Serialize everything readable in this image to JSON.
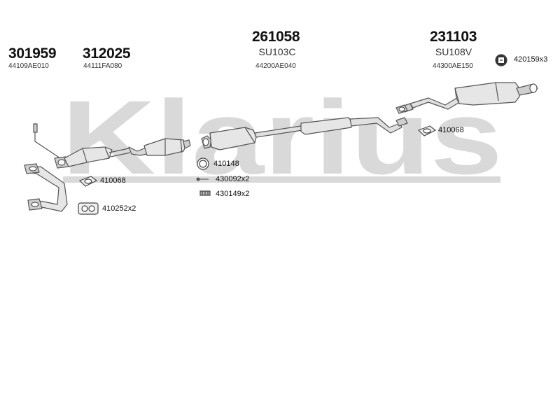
{
  "watermark": "Klarius",
  "parts": [
    {
      "number": "301959",
      "oem": "44109AE010"
    },
    {
      "number": "312025",
      "oem": "44111FA080"
    },
    {
      "number": "261058",
      "code": "SU103C",
      "oem": "44200AE040"
    },
    {
      "number": "231103",
      "code": "SU108V",
      "oem": "44300AE150"
    }
  ],
  "fittings": [
    {
      "label": "420159x3",
      "icon": "clamp-icon"
    },
    {
      "label": "410068",
      "icon": "gasket-icon"
    },
    {
      "label": "410148",
      "icon": "ring-gasket-icon"
    },
    {
      "label": "430092x2",
      "icon": "bolt-icon"
    },
    {
      "label": "430149x2",
      "icon": "spring-bolt-icon"
    },
    {
      "label": "410068",
      "icon": "gasket-icon"
    },
    {
      "label": "410252x2",
      "icon": "double-gasket-icon"
    }
  ],
  "colors": {
    "watermark": "#d9d9d9",
    "outline": "#555555",
    "fill": "#dcdcdc"
  }
}
